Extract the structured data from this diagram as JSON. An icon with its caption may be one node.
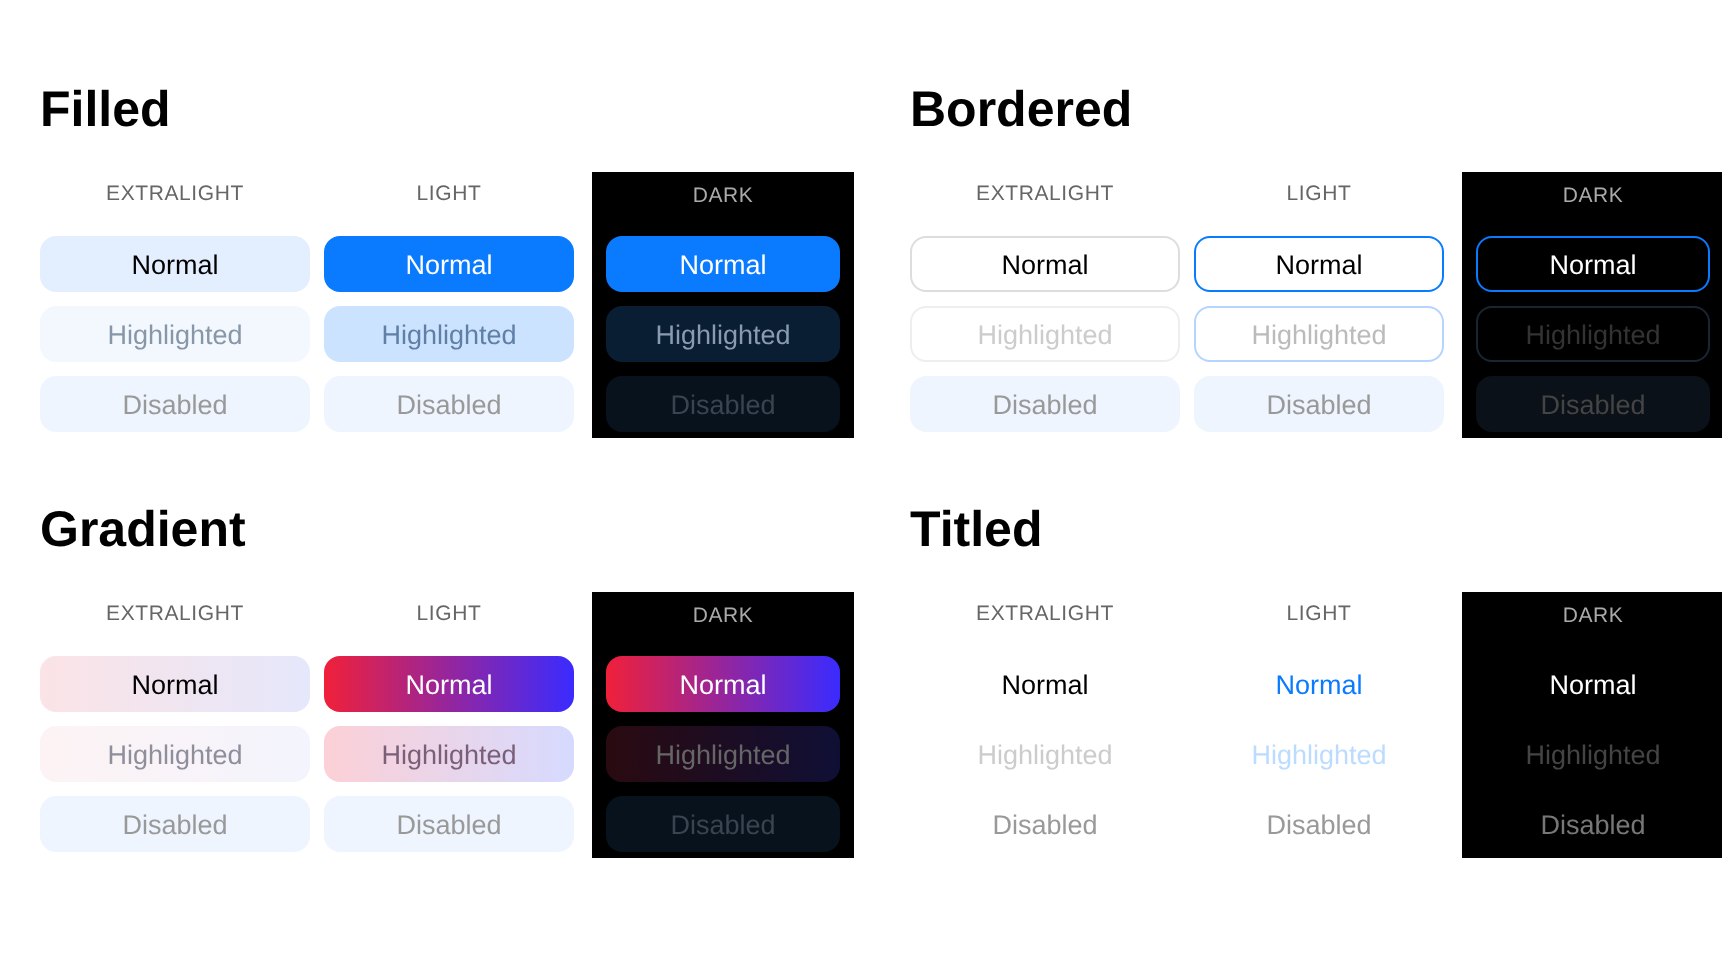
{
  "diagram": {
    "nodes": [
      {
        "text": [
          "DARK"
        ]
      },
      {
        "text": [
          "Normal"
        ]
      },
      {
        "text": [
          "Normal"
        ]
      },
      {
        "text": [
          "Normal"
        ],
        "in": 0
      },
      {
        "text": [
          "Highlighted"
        ]
      },
      {
        "text": [
          "Highlighted"
        ]
      },
      {
        "text": [
          "Highlighted"
        ],
        "in": 0
      },
      {
        "text": [
          "Disabled"
        ]
      },
      {
        "text": [
          "Disabled"
        ]
      },
      {
        "text": [
          "Disabled"
        ],
        "in": 0
      },
      {
        "text": [
          "DARK"
        ]
      },
      {
        "text": [
          "Normal"
        ]
      },
      {
        "text": [
          "Normal"
        ]
      },
      {
        "text": [
          "Normal"
        ],
        "in": 10
      },
      {
        "text": [
          "Highlighted"
        ]
      },
      {
        "text": [
          "Highlighted"
        ]
      },
      {
        "text": [
          "Highlighted"
        ],
        "in": 10
      },
      {
        "text": [
          "Disabled"
        ]
      },
      {
        "text": [
          "Disabled"
        ]
      },
      {
        "text": [
          "Disabled"
        ],
        "in": 10
      },
      {
        "text": [
          "DARK"
        ]
      },
      {
        "text": [
          "Normal"
        ]
      },
      {
        "text": [
          "Normal"
        ]
      },
      {
        "text": [
          "Normal"
        ],
        "in": 20
      },
      {
        "text": [
          "Highlighted"
        ]
      },
      {
        "text": [
          "Highlighted"
        ]
      },
      {
        "text": [
          "Highlighted"
        ],
        "in": 20
      },
      {
        "text": [
          "Disabled"
        ]
      },
      {
        "text": [
          "Disabled"
        ]
      },
      {
        "text": [
          "Disabled"
        ],
        "in": 20
      },
      {
        "text": [
          "DARK"
        ]
      }
    ],
    "labels": [
      "Filled",
      "EXTRALIGHT",
      "LIGHT",
      "Bordered",
      "EXTRALIGHT",
      "LIGHT",
      "Gradient",
      "EXTRALIGHT",
      "LIGHT",
      "Titled",
      "EXTRALIGHT",
      "LIGHT",
      "Normal",
      "Normal",
      "Normal",
      "Highlighted",
      "Highlighted",
      "Highlighted",
      "Disabled",
      "Disabled",
      "Disabled"
    ]
  }
}
